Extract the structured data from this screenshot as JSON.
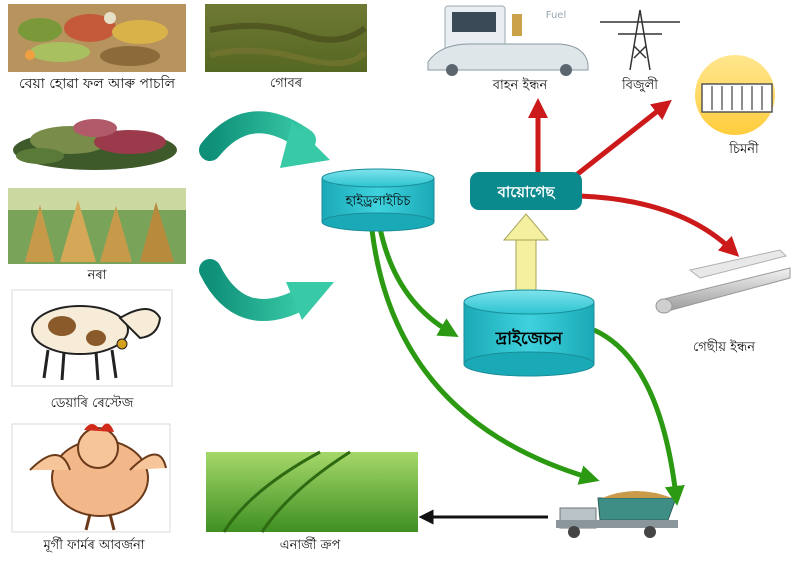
{
  "inputs": {
    "food_waste": "বেয়া হোৱা ফল আৰু পাচলি",
    "cow_dung": "গোবৰ",
    "straw": "নৰা",
    "dairy": "ডেয়াৰি ৰেস্টেজ",
    "poultry": "মূৰ্গী ফাৰ্মৰ আবৰ্জনা"
  },
  "process": {
    "hydrolysis": "হাইড্ৰলাইচিচ",
    "digestion": "দ্ৰাইজেচন",
    "biogas": "বায়োগেছ"
  },
  "outputs": {
    "vehicle_fuel": "বাহন ইন্ধন",
    "electricity": "বিজুলী",
    "heat": "চিমনী",
    "gas_fuel": "গেছীয় ইন্ধন",
    "energy_crop": "এনাৰ্জী ক্ৰপ"
  },
  "pump_label": "Fuel",
  "colors": {
    "teal_arrow": "#1fa88a",
    "cylinder": "#26c3d0",
    "biogas_box": "#0b8a8e",
    "red_arrow": "#cc1a1a",
    "green_arrow": "#2b9a12",
    "yellow_arrow": "#f4f0a0"
  }
}
